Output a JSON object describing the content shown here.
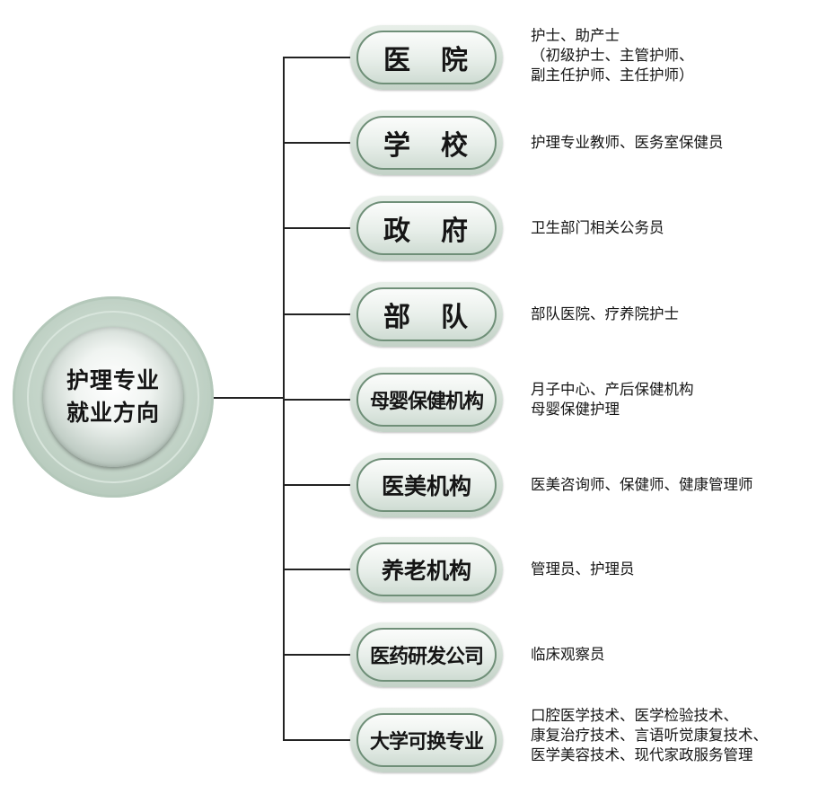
{
  "root": {
    "label": "护理专业\n就业方向"
  },
  "branches": [
    {
      "label": "医　院",
      "size": "big",
      "desc": "护士、助产士\n（初级护士、主管护师、\n副主任护师、主任护师）"
    },
    {
      "label": "学　校",
      "size": "big",
      "desc": "护理专业教师、医务室保健员"
    },
    {
      "label": "政　府",
      "size": "big",
      "desc": "卫生部门相关公务员"
    },
    {
      "label": "部　队",
      "size": "big",
      "desc": "部队医院、疗养院护士"
    },
    {
      "label": "母婴保健机构",
      "size": "sm",
      "desc": "月子中心、产后保健机构\n母婴保健护理"
    },
    {
      "label": "医美机构",
      "size": "mid",
      "desc": "医美咨询师、保健师、健康管理师"
    },
    {
      "label": "养老机构",
      "size": "mid",
      "desc": "管理员、护理员"
    },
    {
      "label": "医药研发公司",
      "size": "sm",
      "desc": "临床观察员"
    },
    {
      "label": "大学可换专业",
      "size": "sm",
      "desc": "口腔医学技术、医学检验技术、\n康复治疗技术、言语听觉康复技术、\n医学美容技术、现代家政服务管理"
    }
  ]
}
